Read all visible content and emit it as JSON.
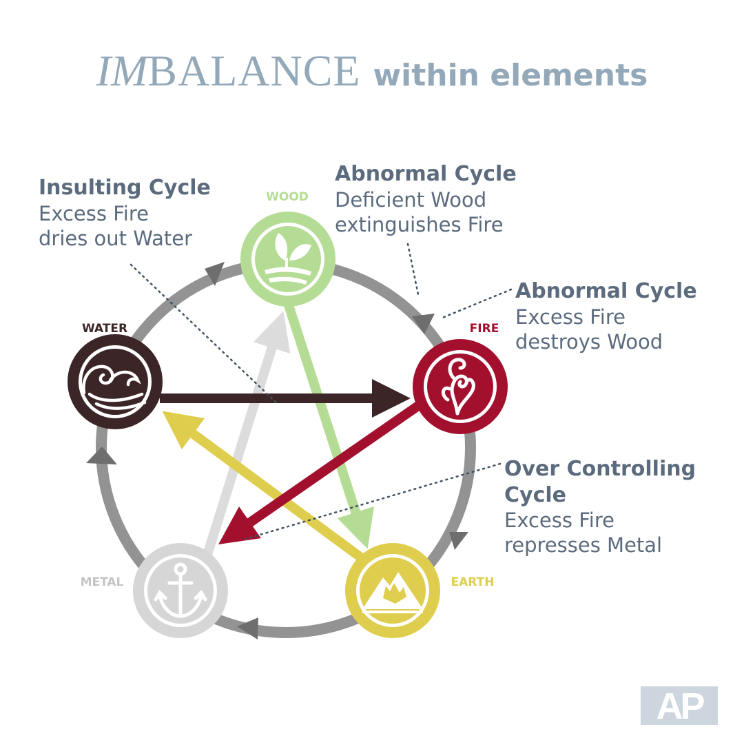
{
  "title": {
    "part1": "IM",
    "part2": "BALANCE",
    "part3": "within elements"
  },
  "elements": {
    "wood": {
      "label": "WOOD",
      "color": "#b5dc94"
    },
    "fire": {
      "label": "FIRE",
      "color": "#a3102e"
    },
    "earth": {
      "label": "EARTH",
      "color": "#dfcd4d"
    },
    "metal": {
      "label": "METAL",
      "color": "#d6d6d6"
    },
    "water": {
      "label": "WATER",
      "color": "#3c2527"
    }
  },
  "colors": {
    "cycle_ring": "#939393",
    "ring_arrow": "#6e6e6e",
    "note_text": "#5b6b7d",
    "title": "#93a8b8",
    "note_dots": "#3f5163"
  },
  "notes": {
    "insulting": {
      "heading": "Insulting Cycle",
      "lines": [
        "Excess Fire",
        "dries out Water"
      ]
    },
    "abnormal_1": {
      "heading": "Abnormal Cycle",
      "lines": [
        "Deficient Wood",
        "extinguishes Fire"
      ]
    },
    "abnormal_2": {
      "heading": "Abnormal Cycle",
      "lines": [
        "Excess Fire",
        "destroys Wood"
      ]
    },
    "over": {
      "heading": "Over Controlling Cycle",
      "heading_lines": [
        "Over Controlling",
        "Cycle"
      ],
      "lines": [
        "Excess Fire",
        "represses Metal"
      ]
    }
  },
  "logo": {
    "text": "AP"
  }
}
